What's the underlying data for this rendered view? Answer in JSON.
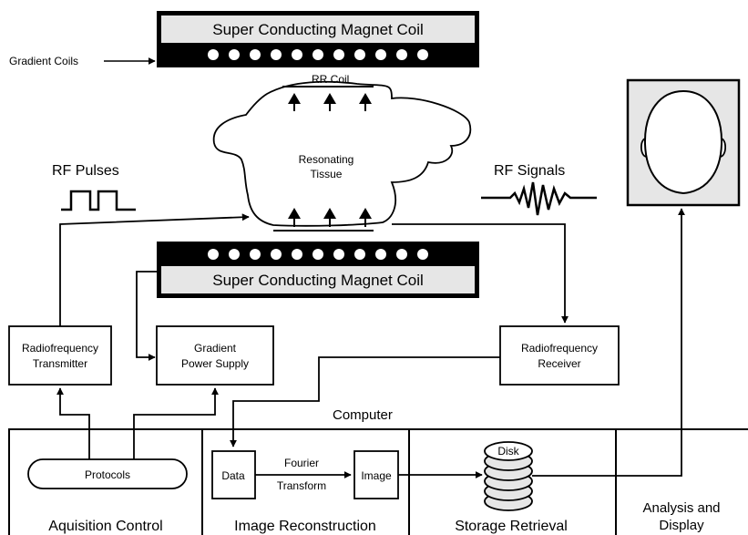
{
  "magnet_top": {
    "label": "Super Conducting Magnet Coil"
  },
  "magnet_bottom": {
    "label": "Super Conducting Magnet Coil"
  },
  "gradient_coils": {
    "label": "Gradient Coils"
  },
  "rr_coil": {
    "label": "RR Coil"
  },
  "tissue": {
    "line1": "Resonating",
    "line2": "Tissue"
  },
  "rf_pulses": {
    "label": "RF Pulses"
  },
  "rf_signals": {
    "label": "RF Signals"
  },
  "rf_transmitter": {
    "line1": "Radiofrequency",
    "line2": "Transmitter"
  },
  "gradient_power": {
    "line1": "Gradient",
    "line2": "Power Supply"
  },
  "rf_receiver": {
    "line1": "Radiofrequency",
    "line2": "Receiver"
  },
  "computer": {
    "label": "Computer"
  },
  "protocols": {
    "label": "Protocols"
  },
  "data_box": {
    "label": "Data"
  },
  "fourier": {
    "line1": "Fourier",
    "line2": "Transform"
  },
  "image_box": {
    "label": "Image"
  },
  "disk": {
    "label": "Disk"
  },
  "sections": {
    "acquisition": "Aquisition Control",
    "reconstruction": "Image Reconstruction",
    "storage": "Storage Retrieval",
    "analysis_line1": "Analysis and",
    "analysis_line2": "Display"
  }
}
